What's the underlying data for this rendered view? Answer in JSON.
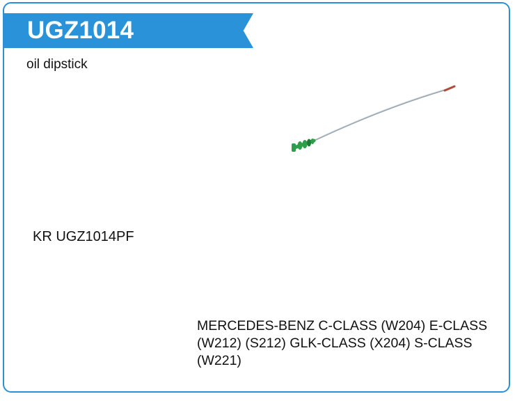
{
  "product": {
    "code": "UGZ1014",
    "description": "oil dipstick",
    "reference": "KR UGZ1014PF",
    "applications": "MERCEDES-BENZ C-CLASS (W204) E-CLASS (W212) (S212) GLK-CLASS (X204) S-CLASS (W221)"
  },
  "colors": {
    "accent": "#2a92d8",
    "handle": "#2e9e4a",
    "tip": "#b24a3a"
  },
  "image": {
    "icon": "oil-dipstick-image"
  }
}
